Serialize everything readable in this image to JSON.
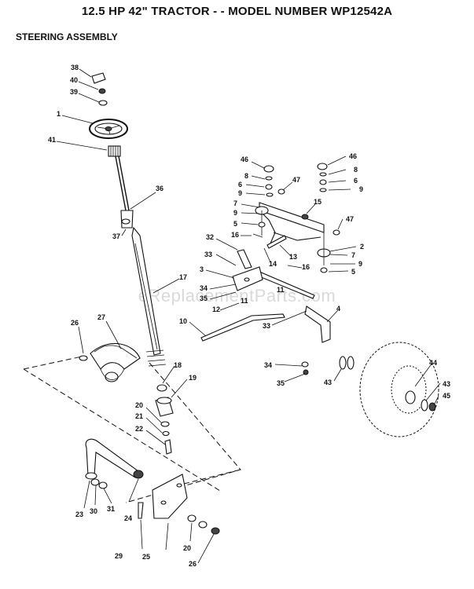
{
  "header": {
    "title": "12.5 HP 42\" TRACTOR - - MODEL NUMBER WP12542A",
    "subtitle": "STEERING ASSEMBLY"
  },
  "watermark": "eReplacementParts.com",
  "part_labels": [
    "38",
    "40",
    "39",
    "1",
    "41",
    "36",
    "37",
    "17",
    "26",
    "27",
    "18",
    "19",
    "20",
    "21",
    "22",
    "23",
    "30",
    "31",
    "24",
    "29",
    "25",
    "20",
    "26",
    "46",
    "8",
    "6",
    "9",
    "7",
    "9",
    "5",
    "16",
    "47",
    "15",
    "32",
    "33",
    "3",
    "34",
    "35",
    "11",
    "12",
    "10",
    "14",
    "13",
    "16",
    "46",
    "8",
    "6",
    "9",
    "47",
    "2",
    "7",
    "9",
    "5",
    "33",
    "4",
    "34",
    "35",
    "43",
    "44",
    "43",
    "45",
    "11"
  ]
}
